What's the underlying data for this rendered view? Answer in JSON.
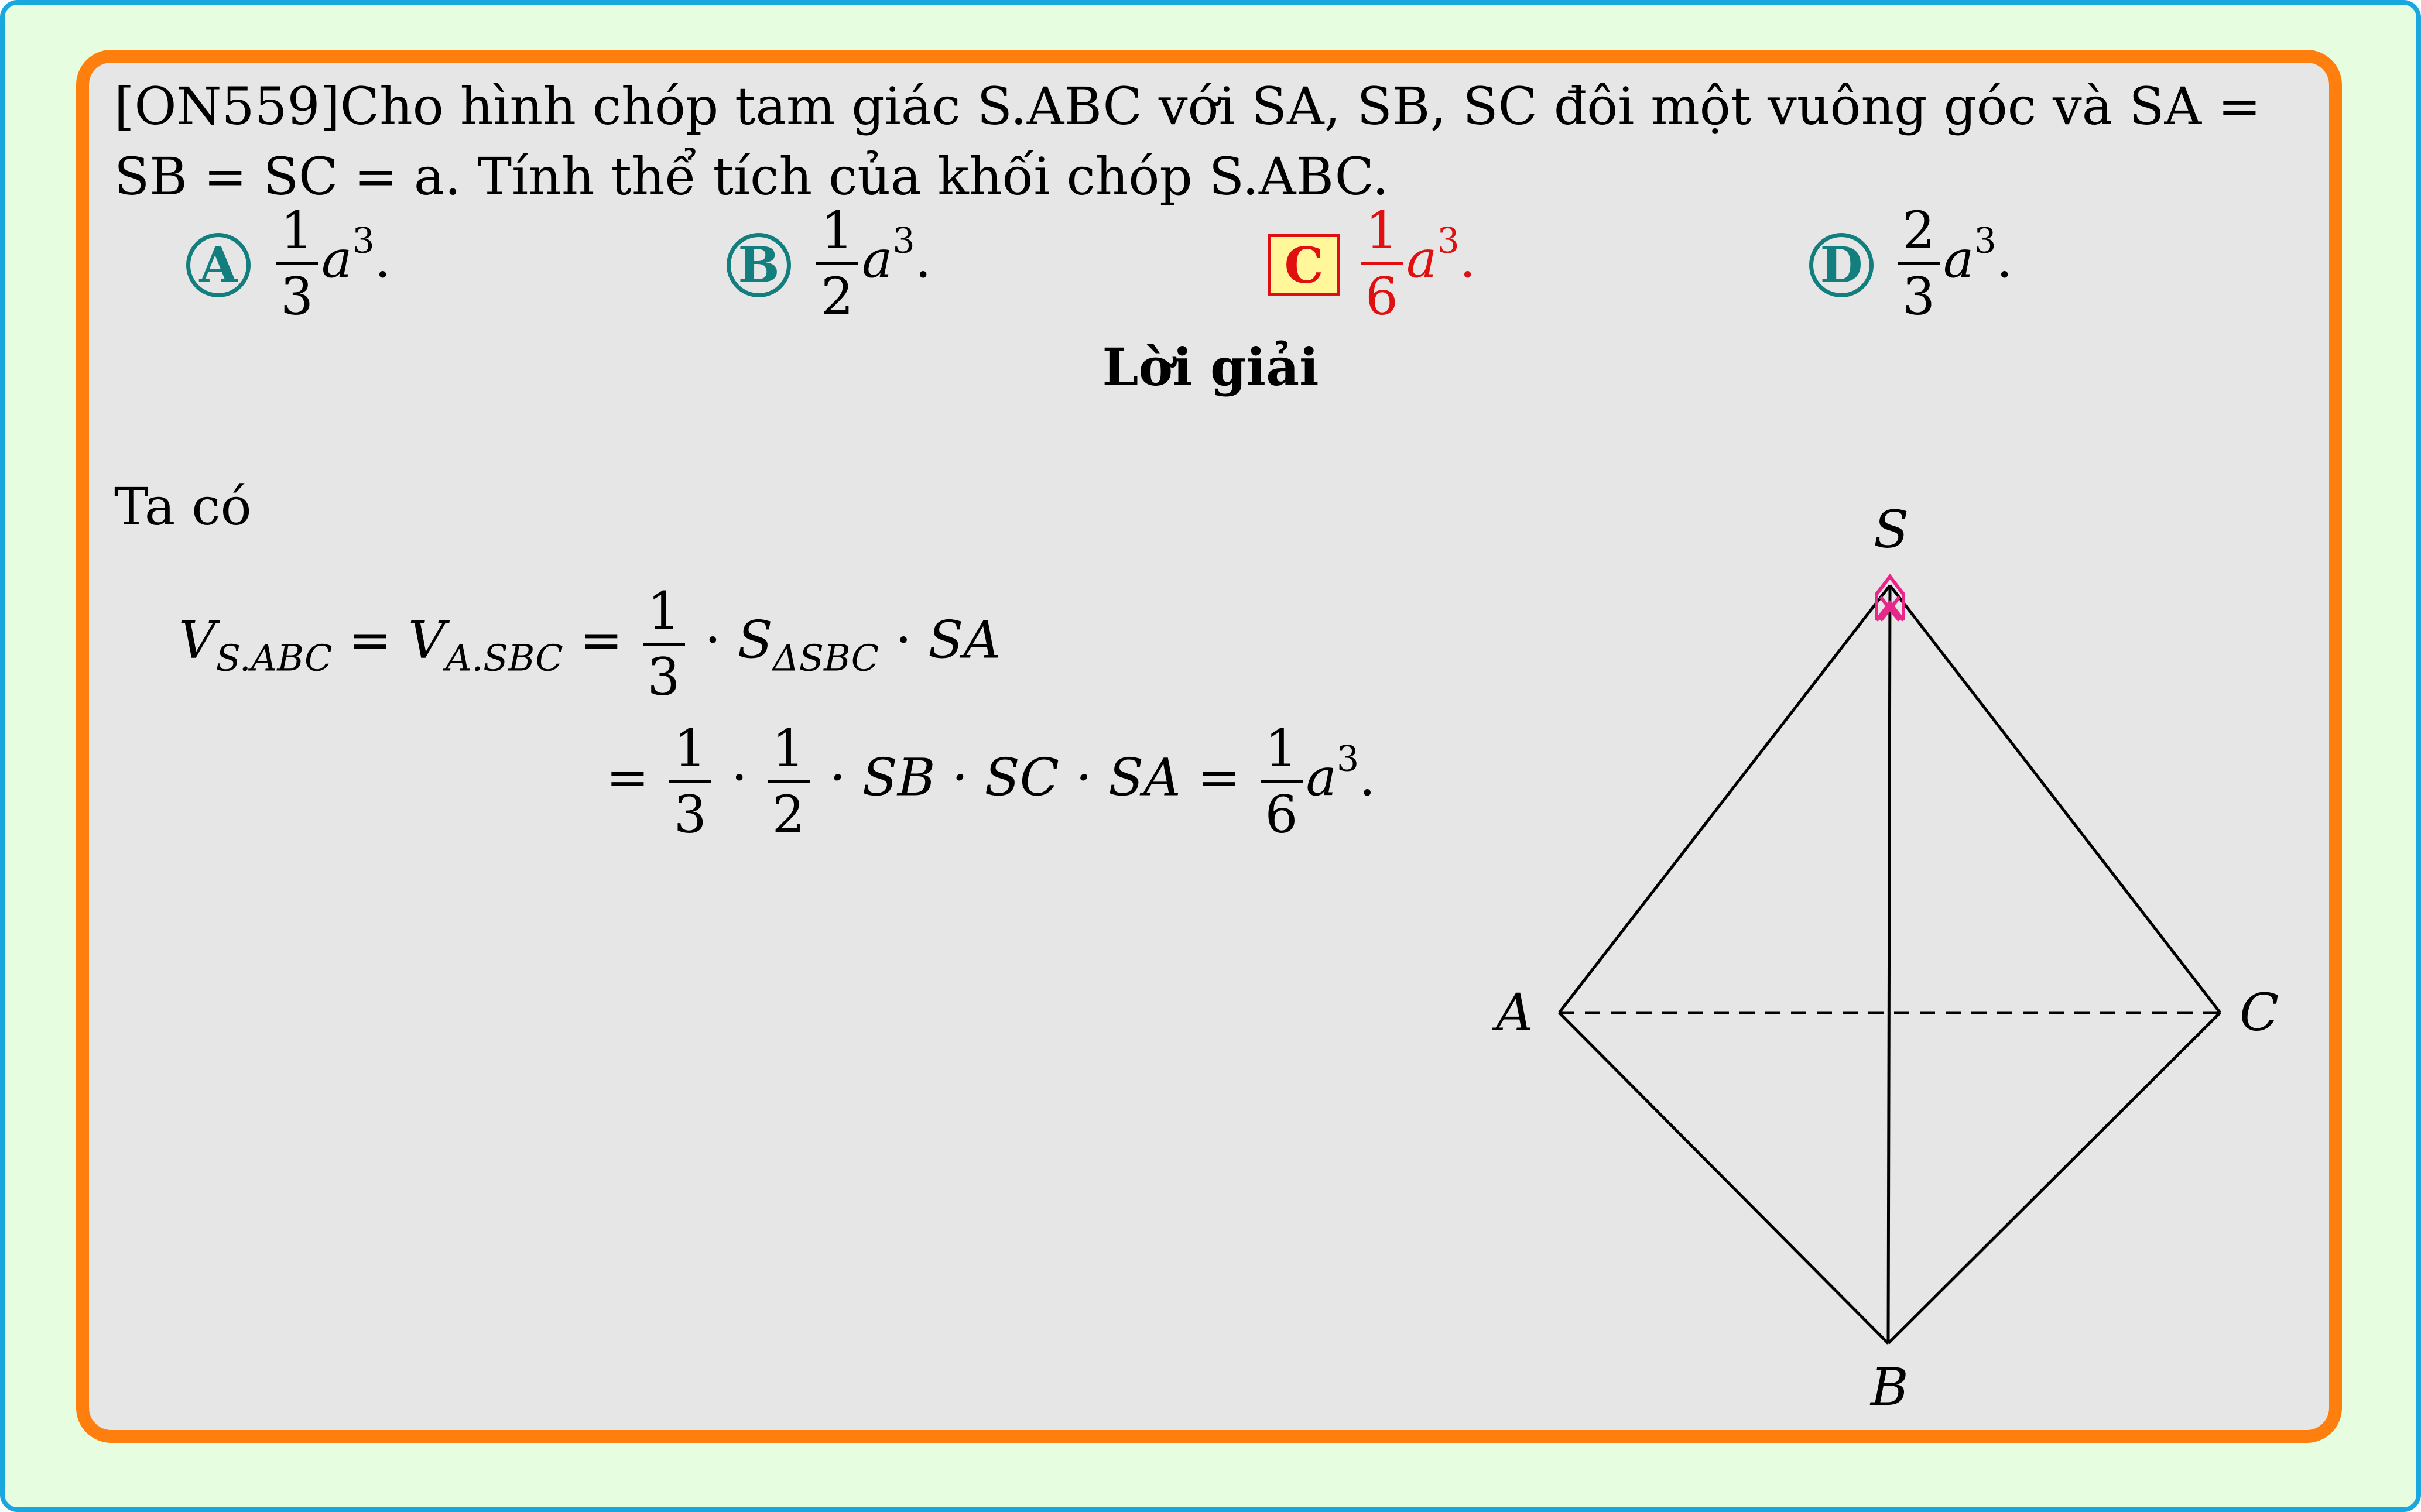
{
  "problem": {
    "line1": "[ON559]Cho hình chóp tam giác S.ABC với SA, SB, SC đôi một vuông góc và SA =",
    "line2": "SB = SC = a. Tính thể tích của khối chóp S.ABC."
  },
  "options": [
    {
      "letter": "A",
      "num": "1",
      "den": "3",
      "base": "a",
      "exp": "3",
      "end": ".",
      "correct": false
    },
    {
      "letter": "B",
      "num": "1",
      "den": "2",
      "base": "a",
      "exp": "3",
      "end": ".",
      "correct": false
    },
    {
      "letter": "C",
      "num": "1",
      "den": "6",
      "base": "a",
      "exp": "3",
      "end": ".",
      "correct": true
    },
    {
      "letter": "D",
      "num": "2",
      "den": "3",
      "base": "a",
      "exp": "3",
      "end": ".",
      "correct": false
    }
  ],
  "solution": {
    "heading": "Lời giải",
    "intro": "Ta có",
    "eq1": {
      "v1": "V",
      "v1_sub": "S.ABC",
      "eq": "=",
      "v2": "V",
      "v2_sub": "A.SBC",
      "eq2": "=",
      "frac_num": "1",
      "frac_den": "3",
      "dot": "·",
      "s": "S",
      "s_sub": "ΔSBC",
      "dot2": "·",
      "sa": "SA"
    },
    "eq2": {
      "eq": "=",
      "f1_num": "1",
      "f1_den": "3",
      "dot": "·",
      "f2_num": "1",
      "f2_den": "2",
      "product": "· SB · SC · SA =",
      "f3_num": "1",
      "f3_den": "6",
      "base": "a",
      "exp": "3",
      "end": "."
    }
  },
  "figure": {
    "labels": {
      "S": "S",
      "A": "A",
      "B": "B",
      "C": "C"
    },
    "edge_color": "#000000",
    "marker_color": "#e8278a"
  },
  "colors": {
    "outer_border": "#1aa7e0",
    "outer_bg": "#e6fde0",
    "card_border": "#ff7f0e",
    "card_bg": "#e6e6e6",
    "option_teal": "#137e7e",
    "correct_red": "#e01010",
    "correct_fill": "#fff79a"
  }
}
